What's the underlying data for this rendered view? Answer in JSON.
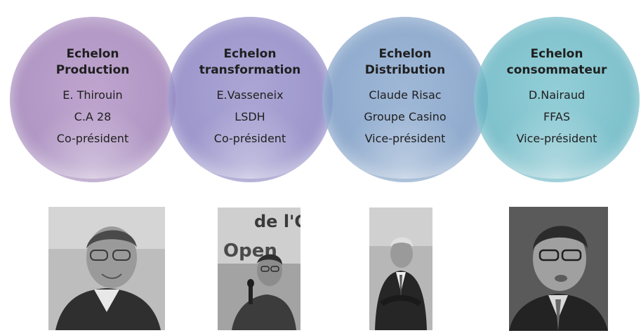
{
  "echelons": [
    {
      "title_line1": "Echelon",
      "title_line2": "Production",
      "name": "E. Thirouin",
      "organization": "C.A 28",
      "role": "Co-président",
      "color": "#9d7eb6"
    },
    {
      "title_line1": "Echelon",
      "title_line2": "transformation",
      "name": "E.Vasseneix",
      "organization": "LSDH",
      "role": "Co-président",
      "color": "#857ec0"
    },
    {
      "title_line1": "Echelon",
      "title_line2": "Distribution",
      "name": "Claude Risac",
      "organization": "Groupe Casino",
      "role": "Vice-président",
      "color": "#7597c2"
    },
    {
      "title_line1": "Echelon",
      "title_line2": "consommateur",
      "name": "D.Nairaud",
      "organization": "FFAS",
      "role": "Vice-président",
      "color": "#5fb2c0"
    }
  ],
  "photo_backdrop_text": {
    "line1": "de l'O",
    "line2": "Open"
  }
}
